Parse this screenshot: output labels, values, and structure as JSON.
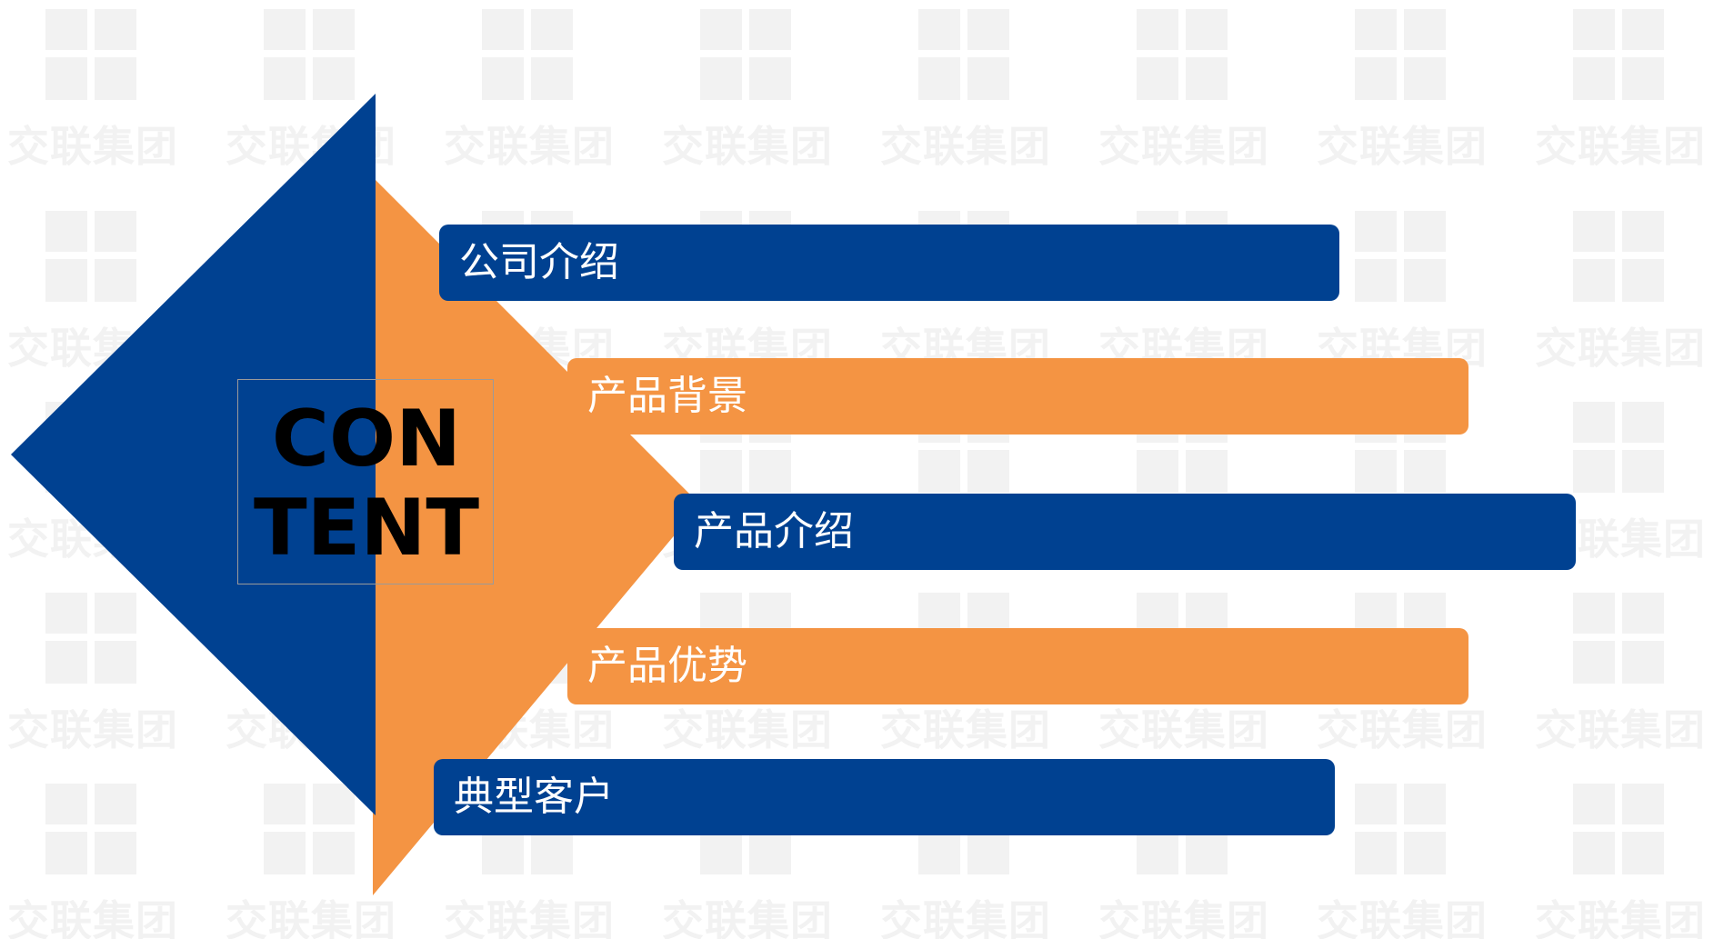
{
  "watermark": {
    "text": "交联集团",
    "color": "#f2f2f2"
  },
  "colors": {
    "blue": "#004191",
    "orange": "#f49443"
  },
  "center_label": {
    "line1": "CON",
    "line2": "TENT"
  },
  "menu_items": [
    {
      "label": "公司介绍",
      "color": "blue"
    },
    {
      "label": "产品背景",
      "color": "orange"
    },
    {
      "label": "产品介绍",
      "color": "blue"
    },
    {
      "label": "产品优势",
      "color": "orange"
    },
    {
      "label": "典型客户",
      "color": "blue"
    }
  ]
}
